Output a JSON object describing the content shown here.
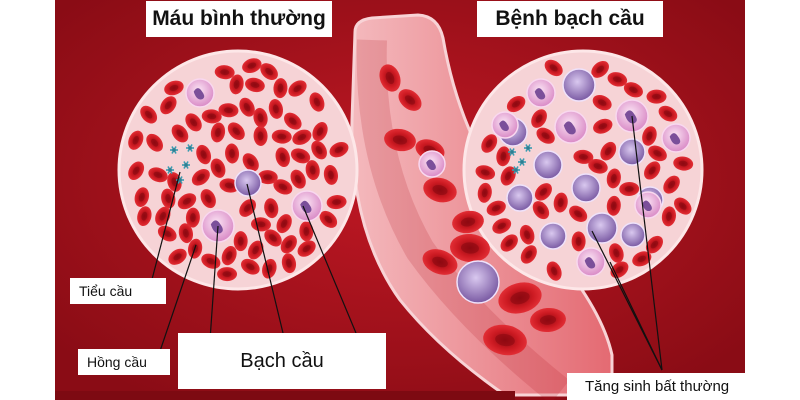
{
  "labels": {
    "normal_blood": "Máu bình thường",
    "leukemia": "Bệnh bạch cầu",
    "platelets": "Tiểu cầu",
    "red_blood_cells": "Hồng cầu",
    "white_blood_cells": "Bạch cầu",
    "abnormal_proliferation": "Tăng sinh bất thường"
  },
  "colors": {
    "background": "#a8121c",
    "circle_fill": "#f6d3d6",
    "red_cell": "#c8161f",
    "white_cell": "#e7a4d6",
    "abnormal_cell": "#8e6fb0",
    "platelet": "#3a9bb0"
  }
}
